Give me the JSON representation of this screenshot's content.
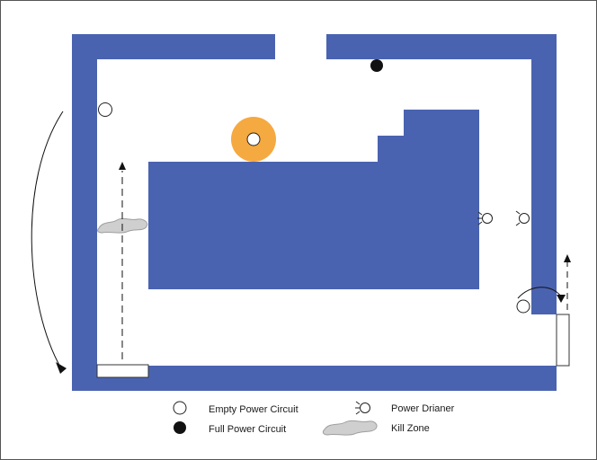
{
  "colors": {
    "wall": "#4a63b0",
    "background": "#ffffff",
    "highlight_ring": "#f5a941",
    "border": "#555555"
  },
  "legend": {
    "empty_circuit_label": "Empty Power Circuit",
    "full_circuit_label": "Full Power Circuit",
    "power_drainer_label": "Power Drianer",
    "kill_zone_label": "Kill Zone"
  },
  "icons": {
    "empty_circuit": "empty-power-circuit-icon",
    "full_circuit": "full-power-circuit-icon",
    "power_drainer": "power-drainer-icon",
    "kill_zone": "kill-zone-icon"
  }
}
